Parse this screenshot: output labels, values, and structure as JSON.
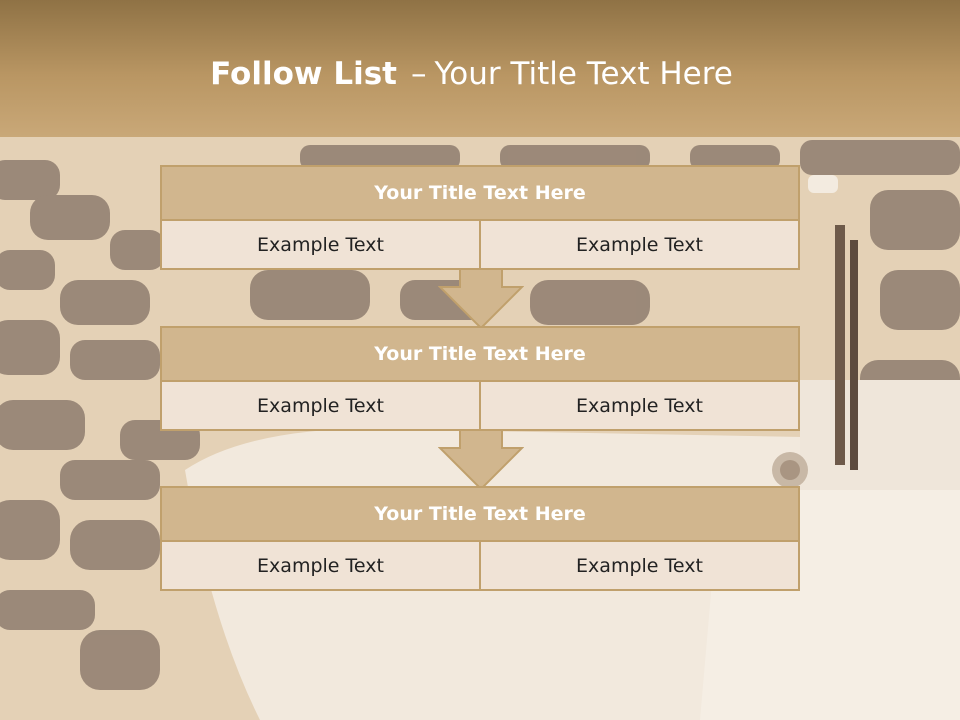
{
  "slide": {
    "title_bold": "Follow List",
    "title_dash": "–",
    "title_rest": "Your Title Text Here"
  },
  "blocks": [
    {
      "title": "Your Title Text Here",
      "left": "Example Text",
      "right": "Example Text"
    },
    {
      "title": "Your Title Text Here",
      "left": "Example Text",
      "right": "Example Text"
    },
    {
      "title": "Your Title Text Here",
      "left": "Example Text",
      "right": "Example Text"
    }
  ],
  "colors": {
    "header": "#b99663",
    "block_title": "#d1b68e",
    "cell": "#f0e3d6",
    "border": "#c0a06c"
  }
}
